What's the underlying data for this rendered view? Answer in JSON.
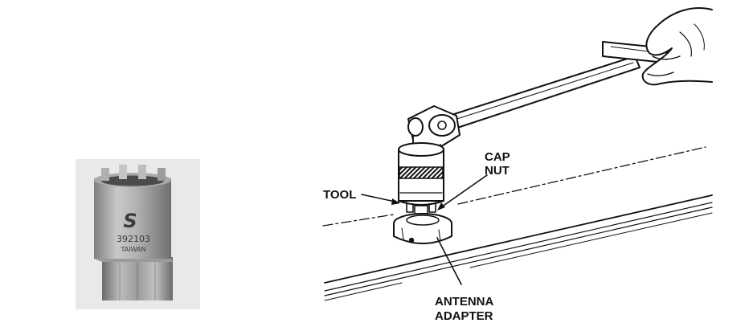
{
  "photo": {
    "part_number": "392103",
    "origin": "TAIWAN",
    "logo_glyph": "S"
  },
  "diagram": {
    "labels": {
      "tool": "TOOL",
      "cap_nut_line1": "CAP",
      "cap_nut_line2": "NUT",
      "antenna_line1": "ANTENNA",
      "antenna_line2": "ADAPTER"
    }
  },
  "colors": {
    "photo_background": "#e9e9e9",
    "metal_light": "#c4c4c4",
    "metal_dark": "#8a8a8a",
    "ink": "#111111"
  }
}
